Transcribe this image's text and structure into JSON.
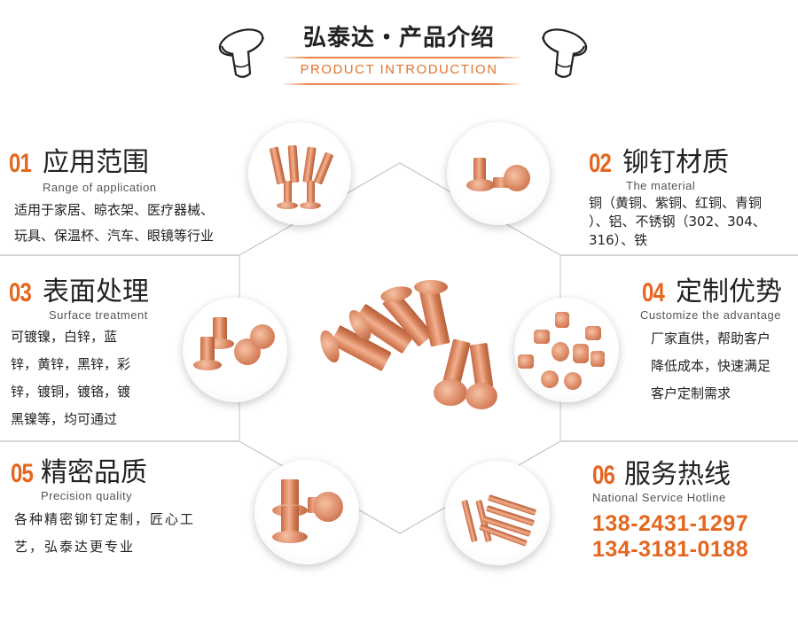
{
  "header": {
    "title": "弘泰达・产品介绍",
    "subtitle": "PRODUCT INTRODUCTION",
    "left_icon": "rivet-sketch-icon",
    "right_icon": "rivet-sketch-icon"
  },
  "colors": {
    "accent": "#e4661f",
    "subtitle": "#e3742f",
    "line": "#c9c9c9",
    "text": "#222222"
  },
  "sections": [
    {
      "number": "01",
      "title": "应用范围",
      "subtitle_en": "Range of application",
      "lines": [
        "适用于家居、晾衣架、医疗器械、",
        "玩具、保温杯、汽车、眼镜等行业"
      ]
    },
    {
      "number": "02",
      "title": "铆钉材质",
      "subtitle_en": "The material",
      "lines": [
        "铜（黄铜、紫铜、红铜、青铜",
        "）、铝、不锈钢（302、304、",
        "316）、铁"
      ]
    },
    {
      "number": "03",
      "title": "表面处理",
      "subtitle_en": "Surface treatment",
      "lines": [
        "可镀镍，白锌，蓝",
        "锌，黄锌，黑锌，彩",
        "锌，镀铜，镀铬，镀",
        "黑镍等，均可通过"
      ]
    },
    {
      "number": "04",
      "title": "定制优势",
      "subtitle_en": "Customize the advantage",
      "lines": [
        "厂家直供，帮助客户",
        "降低成本，快速满足",
        "客户定制需求"
      ]
    },
    {
      "number": "05",
      "title": "精密品质",
      "subtitle_en": "Precision quality",
      "lines": [
        "各种精密铆钉定制，匠心工",
        "艺，弘泰达更专业"
      ]
    },
    {
      "number": "06",
      "title": "服务热线",
      "subtitle_en": "National Service Hotline",
      "phones": [
        "138-2431-1297",
        "134-3181-0188"
      ]
    }
  ],
  "images": [
    {
      "name": "semi-tubular-rivets-photo"
    },
    {
      "name": "round-head-rivets-photo"
    },
    {
      "name": "hollow-flat-head-rivets-photo"
    },
    {
      "name": "step-rivets-photo"
    },
    {
      "name": "tubular-rivets-photo"
    },
    {
      "name": "solid-rivets-photo"
    },
    {
      "name": "copper-rivets-center-photo"
    }
  ]
}
